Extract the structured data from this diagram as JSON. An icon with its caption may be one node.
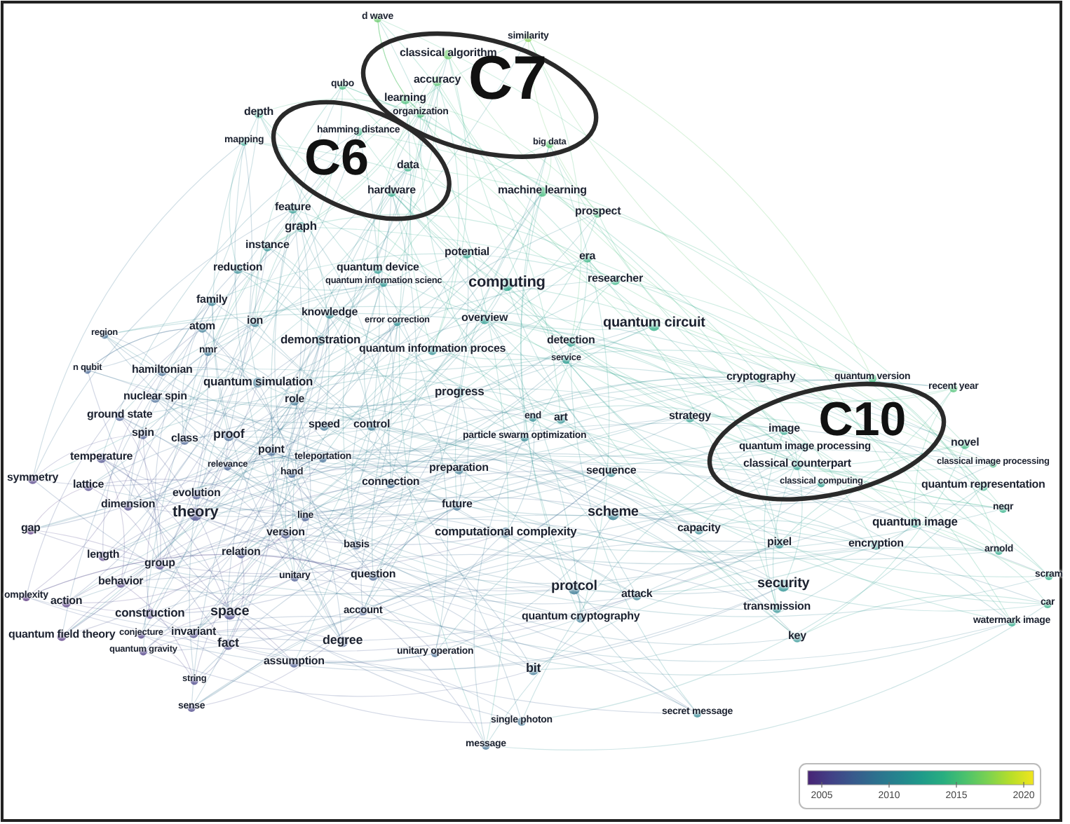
{
  "diagram": {
    "nodes": [
      {
        "text": [
          "C7"
        ]
      },
      {
        "text": [
          "C6"
        ]
      },
      {
        "text": [
          "C10"
        ]
      }
    ],
    "labels": [
      "d wave",
      "similarity",
      "classical algorithm",
      "qubo",
      "accuracy",
      "learning",
      "depth",
      "organization",
      "hamming distance",
      "mapping",
      "hardware",
      "data",
      "big data",
      "machine learning",
      "prospect",
      "feature",
      "graph",
      "instance",
      "potential",
      "era",
      "reduction",
      "quantum device",
      "researcher",
      "quantum information scienc",
      "computing",
      "family",
      "knowledge",
      "overview",
      "ion",
      "error correction",
      "quantum circuit",
      "atom",
      "region",
      "demonstration",
      "detection",
      "quantum information proces",
      "nmr",
      "service",
      "n qubit",
      "hamiltonian",
      "quantum simulation",
      "cryptography",
      "quantum version",
      "progress",
      "nuclear spin",
      "role",
      "recent year",
      "ground state",
      "end",
      "art",
      "strategy",
      "image",
      "classical computing",
      "speed",
      "control",
      "spin",
      "particle swarm optimization",
      "proof",
      "class",
      "quantum image processing",
      "novel",
      "point",
      "teleportation",
      "temperature",
      "classical counterpart",
      "classical image processing",
      "relevance",
      "preparation",
      "sequence",
      "hand",
      "symmetry",
      "lattice",
      "connection",
      "quantum representation",
      "evolution",
      "dimension",
      "future",
      "neqr",
      "theory",
      "scheme",
      "line",
      "quantum image",
      "gap",
      "capacity",
      "version",
      "computational complexity",
      "basis",
      "pixel",
      "encryption",
      "relation",
      "length",
      "arnold",
      "group",
      "question",
      "unitary",
      "scram",
      "behavior",
      "security",
      "protcol",
      "attack",
      "omplexity",
      "action",
      "car",
      "account",
      "space",
      "construction",
      "transmission",
      "quantum cryptography",
      "watermark image",
      "invariant",
      "conjecture",
      "quantum field theory",
      "degree",
      "key",
      "fact",
      "quantum gravity",
      "unitary operation",
      "assumption",
      "bit",
      "string",
      "sense",
      "secret message",
      "single photon",
      "message",
      "2005",
      "2010",
      "2015",
      "2020"
    ]
  }
}
